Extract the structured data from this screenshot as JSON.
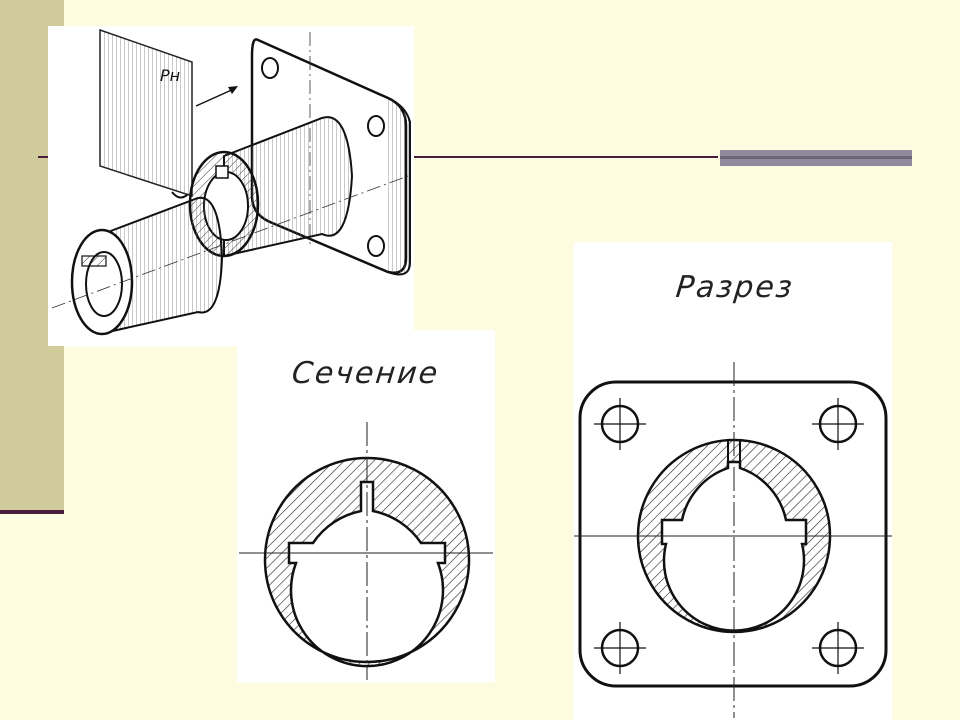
{
  "slide": {
    "colors": {
      "background": "#fdfbe0",
      "left_band": "#cfcb9a",
      "rule": "#4a1e3a",
      "accent_bar": "#8f8b9c"
    }
  },
  "isometric": {
    "plane_label": "Pн"
  },
  "section": {
    "title": "Сечение"
  },
  "cut": {
    "title": "Разрез"
  }
}
